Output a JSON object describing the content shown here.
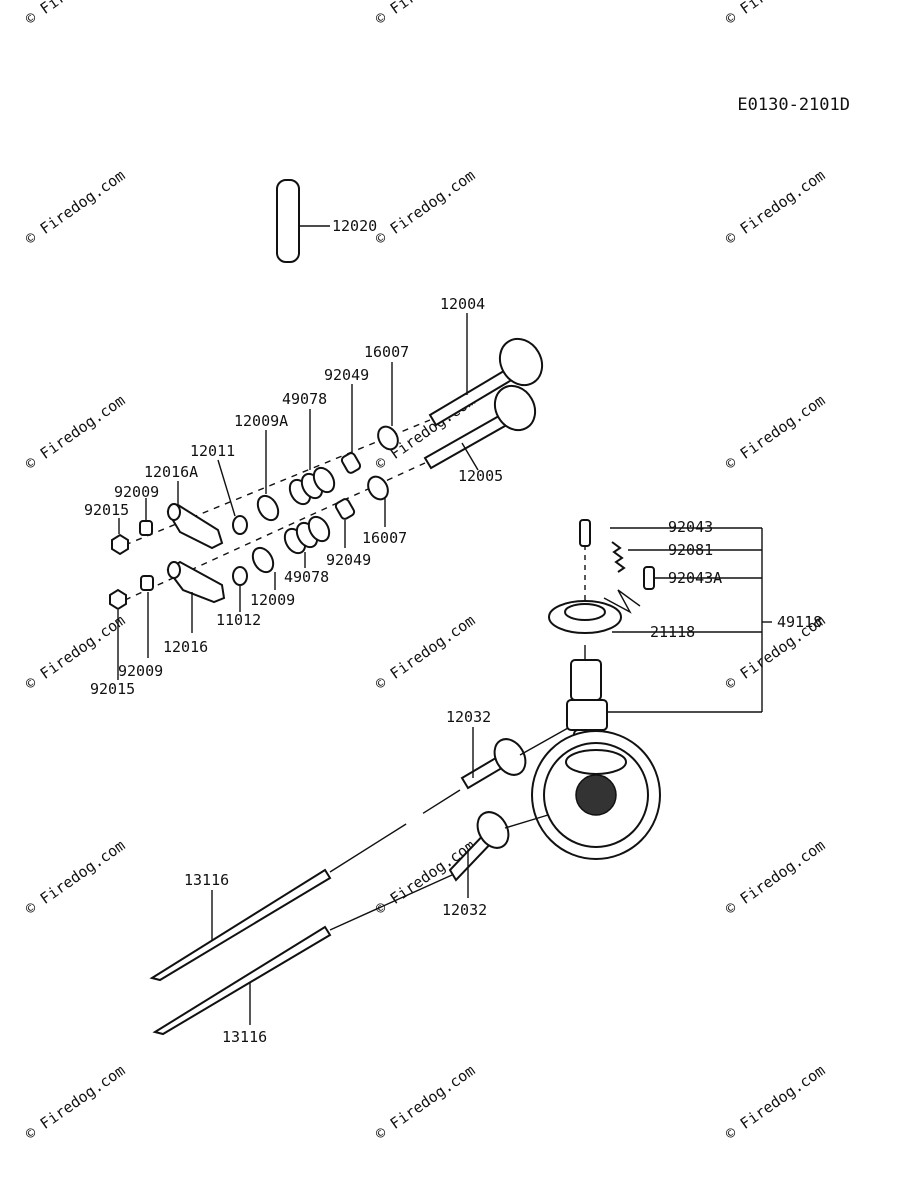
{
  "drawing_code": "E0130-2101D",
  "watermark": "© Firedog.com",
  "labels": {
    "p12020": "12020",
    "p12004": "12004",
    "p16007_top": "16007",
    "p92049_top": "92049",
    "p49078_top": "49078",
    "p12009A": "12009A",
    "p12011": "12011",
    "p12016A": "12016A",
    "p92009_top": "92009",
    "p92015_top": "92015",
    "p12005": "12005",
    "p16007_bot": "16007",
    "p92049_bot": "92049",
    "p49078_bot": "49078",
    "p12009": "12009",
    "p11012": "11012",
    "p12016": "12016",
    "p92009_bot": "92009",
    "p92015_bot": "92015",
    "p92043": "92043",
    "p92081": "92081",
    "p92043A": "92043A",
    "p49118": "49118",
    "p21118": "21118",
    "p12032_top": "12032",
    "p12032_bot": "12032",
    "p13116_top": "13116",
    "p13116_bot": "13116"
  }
}
